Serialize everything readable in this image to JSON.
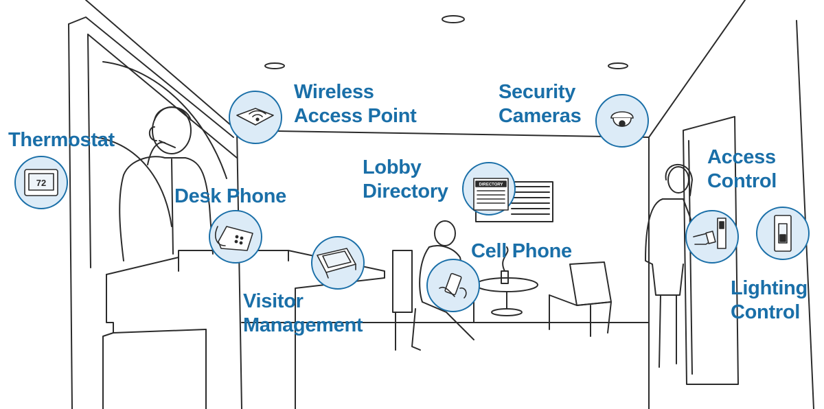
{
  "colors": {
    "accent": "#1a6fa8",
    "bubble_fill": "#dcebf7",
    "line": "#2b2b2b"
  },
  "labels": {
    "thermostat": [
      "Thermostat"
    ],
    "wireless": [
      "Wireless",
      "Access Point"
    ],
    "security": [
      "Security",
      "Cameras"
    ],
    "lobby": [
      "Lobby",
      "Directory"
    ],
    "access": [
      "Access",
      "Control"
    ],
    "desk_phone": [
      "Desk Phone"
    ],
    "cell_phone": [
      "Cell Phone"
    ],
    "visitor": [
      "Visitor",
      "Management"
    ],
    "lighting": [
      "Lighting",
      "Control"
    ]
  },
  "device_text": {
    "thermostat_reading": "72",
    "directory_sign": "DIRECTORY"
  },
  "icons": [
    "thermostat-icon",
    "wireless-access-point-icon",
    "security-camera-icon",
    "lobby-directory-icon",
    "desk-phone-icon",
    "visitor-management-icon",
    "cell-phone-icon",
    "access-control-icon",
    "lighting-control-icon"
  ]
}
